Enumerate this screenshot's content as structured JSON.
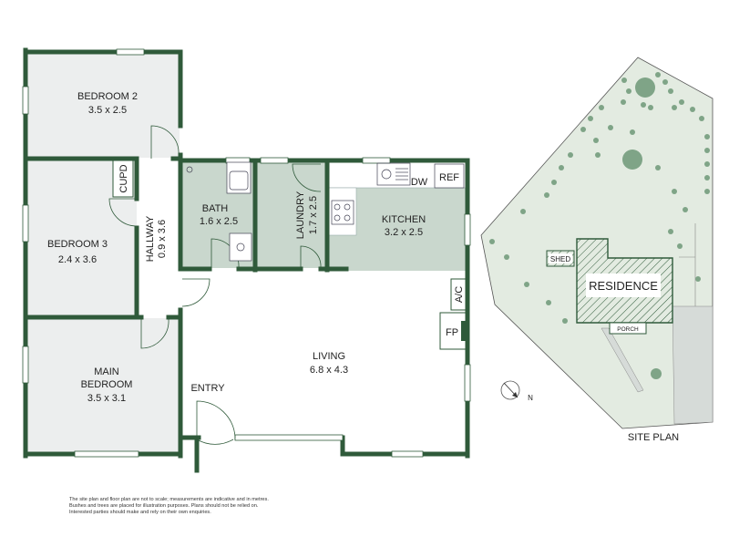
{
  "rooms": {
    "bedroom2": {
      "name": "BEDROOM 2",
      "size": "3.5 x 2.5"
    },
    "bedroom3": {
      "name": "BEDROOM 3",
      "size": "2.4 x 3.6"
    },
    "main_bedroom": {
      "name_line1": "MAIN",
      "name_line2": "BEDROOM",
      "size": "3.5 x 3.1"
    },
    "hallway": {
      "name": "HALLWAY",
      "size": "0.9 x 3.6"
    },
    "bath": {
      "name": "BATH",
      "size": "1.6 x 2.5"
    },
    "laundry": {
      "name": "LAUNDRY",
      "size": "1.7 x 2.5"
    },
    "kitchen": {
      "name": "KITCHEN",
      "size": "3.2 x 2.5"
    },
    "living": {
      "name": "LIVING",
      "size": "6.8 x 4.3"
    }
  },
  "fixtures": {
    "cupd": "CUPD",
    "dw": "DW",
    "ref": "REF",
    "ac": "A/C",
    "fp": "FP"
  },
  "entry_label": "ENTRY",
  "site_plan": {
    "title": "SITE PLAN",
    "residence": "RESIDENCE",
    "shed": "SHED",
    "porch": "PORCH",
    "compass": "N"
  },
  "disclaimer": {
    "line1": "The site plan and floor plan are not to scale; measurements are indicative and in metres.",
    "line2": "Bushes and trees are placed for illustration purposes. Plans should not be relied on.",
    "line3": "Interested parties should make and rely on their own enquiries."
  },
  "colors": {
    "wall": "#2f5a3a",
    "room_grey": "#eceeee",
    "wet_area": "#c9d7cd",
    "site_fill": "#e3ebe1",
    "tree": "#7fa487"
  }
}
